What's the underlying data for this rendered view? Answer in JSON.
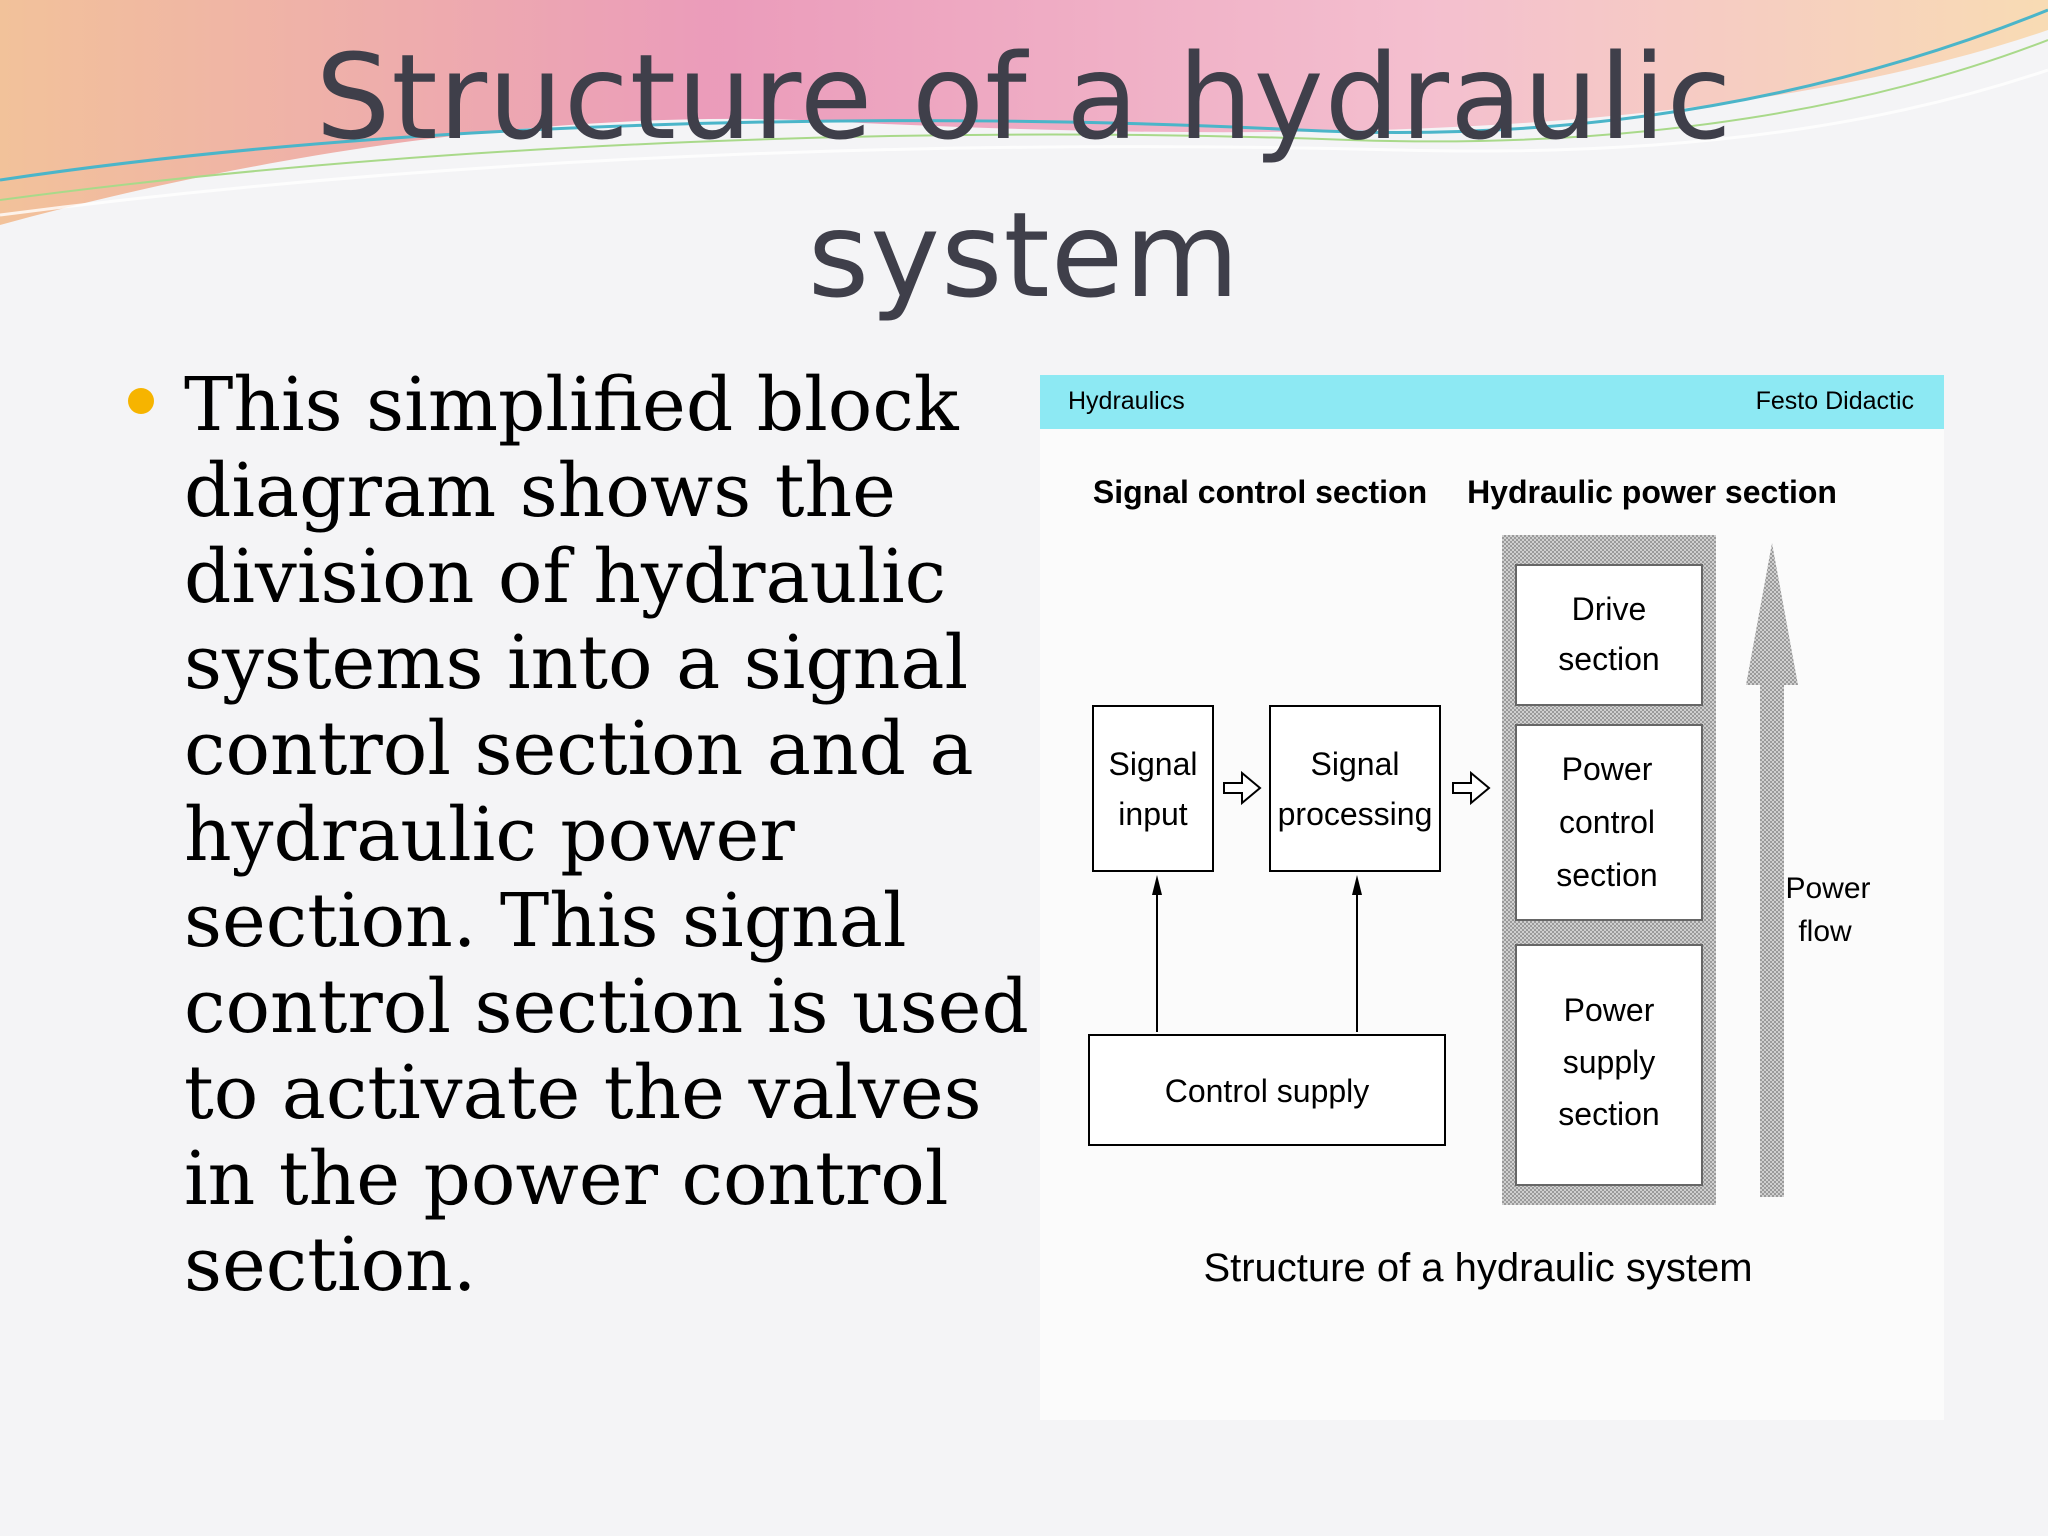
{
  "slide": {
    "title_line1": "Structure of a hydraulic",
    "title_line2": "system",
    "bullet": "This simplified block diagram shows the division of hydraulic systems into a signal control section and a hydraulic power section. This signal control section is used to activate the valves in the power control section."
  },
  "figure": {
    "header_left": "Hydraulics",
    "header_right": "Festo Didactic",
    "signal_section_label": "Signal control section",
    "power_section_label": "Hydraulic power section",
    "signal_input": [
      "Signal",
      "input"
    ],
    "signal_processing": [
      "Signal",
      "processing"
    ],
    "control_supply": "Control supply",
    "drive_section": [
      "Drive",
      "section"
    ],
    "power_control_section": [
      "Power",
      "control",
      "section"
    ],
    "power_supply_section": [
      "Power",
      "supply",
      "section"
    ],
    "power_flow": [
      "Power",
      "flow"
    ],
    "caption": "Structure of a hydraulic system",
    "header_color": "#8de9f3",
    "bullet_color": "#f6b400"
  }
}
